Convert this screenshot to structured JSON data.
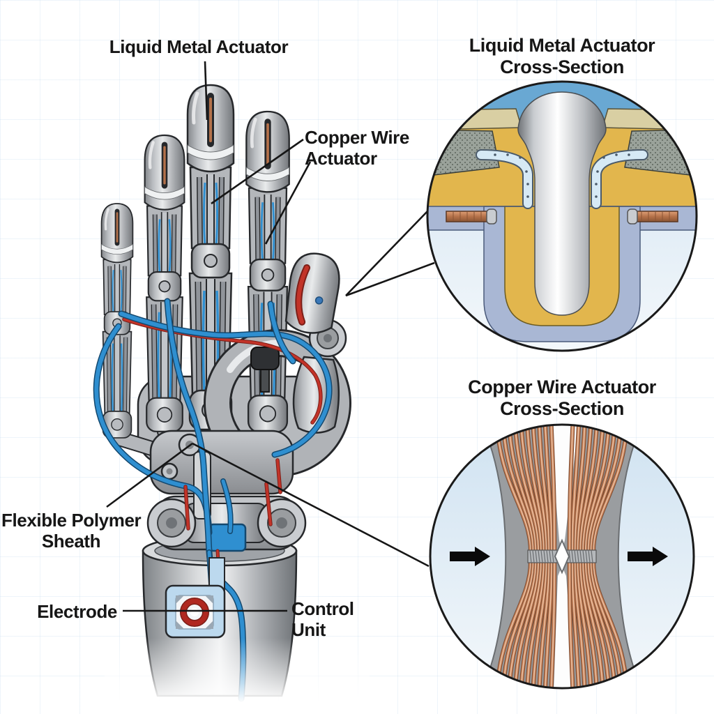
{
  "labels": {
    "liquid_metal": "Liquid Metal Actuator",
    "copper_wire_line1": "Copper Wire",
    "copper_wire_line2": "Actuator",
    "flexible_polymer_line1": "Flexible Polymer",
    "flexible_polymer_line2": "Sheath",
    "electrode": "Electrode",
    "control_unit_line1": "Control",
    "control_unit_line2": "Unit"
  },
  "insets": [
    {
      "title_line1": "Liquid Metal Actuator",
      "title_line2": "Cross-Section"
    },
    {
      "title_line1": "Copper Wire Actuator",
      "title_line2": "Cross-Section"
    }
  ],
  "colors": {
    "metal_gray": "#aeb1b5",
    "tube_blue": "#2f8fd0",
    "wire_red": "#c23328",
    "copper": "#c8845c",
    "gold": "#e2b64d",
    "sky_blue": "#69a8d3",
    "steel_lavender": "#a9b7d4",
    "pale_blue": "#d3e5f3",
    "panel_blue": "#bcd9ee",
    "electrode_red": "#b02820",
    "callout_black": "#161616"
  }
}
